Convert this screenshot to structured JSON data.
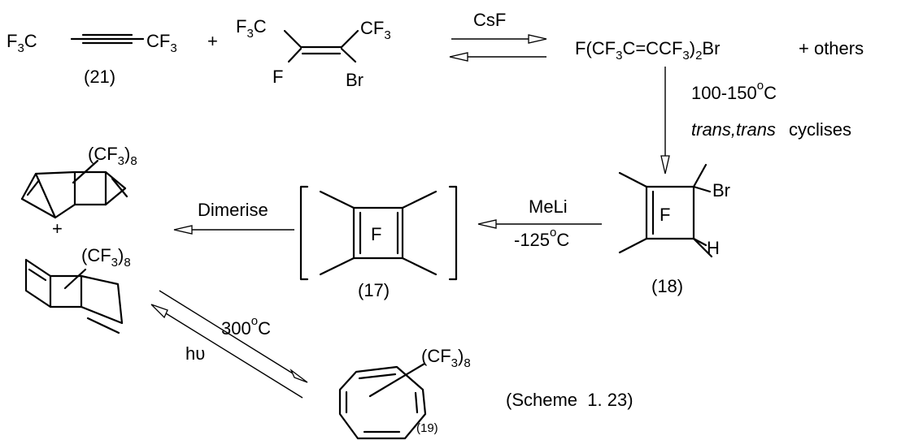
{
  "reagents": {
    "r21": {
      "left": "F",
      "left_sub": "3",
      "left_tail": "C",
      "right": "CF",
      "right_sub": "3",
      "number": "(21)"
    },
    "plus": "+",
    "alkene": {
      "tl": "F",
      "tl_sub": "3",
      "tl_tail": "C",
      "tr": "CF",
      "tr_sub": "3",
      "bl": "F",
      "br": "Br"
    }
  },
  "arrows": {
    "csf": "CsF",
    "heat": "100-150",
    "heat_deg": "o",
    "heat_unit": "C",
    "cyclise_italic": "trans,trans",
    "cyclise_rest": "cyclises",
    "meli": "MeLi",
    "meli_temp": "-125",
    "meli_deg": "o",
    "meli_unit": "C",
    "dimerise": "Dimerise",
    "thermal": "300",
    "thermal_deg": "o",
    "thermal_unit": "C",
    "photo": "hυ"
  },
  "products": {
    "diene": {
      "a": "F(CF",
      "a_sub": "3",
      "b": "C=CCF",
      "b_sub": "3",
      "c": ")",
      "c_sub": "2",
      "d": "Br"
    },
    "others": "+ others",
    "c18": {
      "ring": "F",
      "br": "Br",
      "h": "H",
      "number": "(18)"
    },
    "c17": {
      "ring": "F",
      "number": "(17)"
    },
    "dimers": {
      "top": "(CF",
      "top_sub": "3",
      "top_close": ")",
      "top_sub2": "8",
      "plus": "+",
      "bottom": "(CF",
      "bottom_sub": "3",
      "bottom_close": ")",
      "bottom_sub2": "8"
    },
    "c19": {
      "sub": "(CF",
      "sub_3": "3",
      "sub_close": ")",
      "sub_8": "8",
      "number": "(19)"
    }
  },
  "scheme_label": "(Scheme  1. 23)"
}
